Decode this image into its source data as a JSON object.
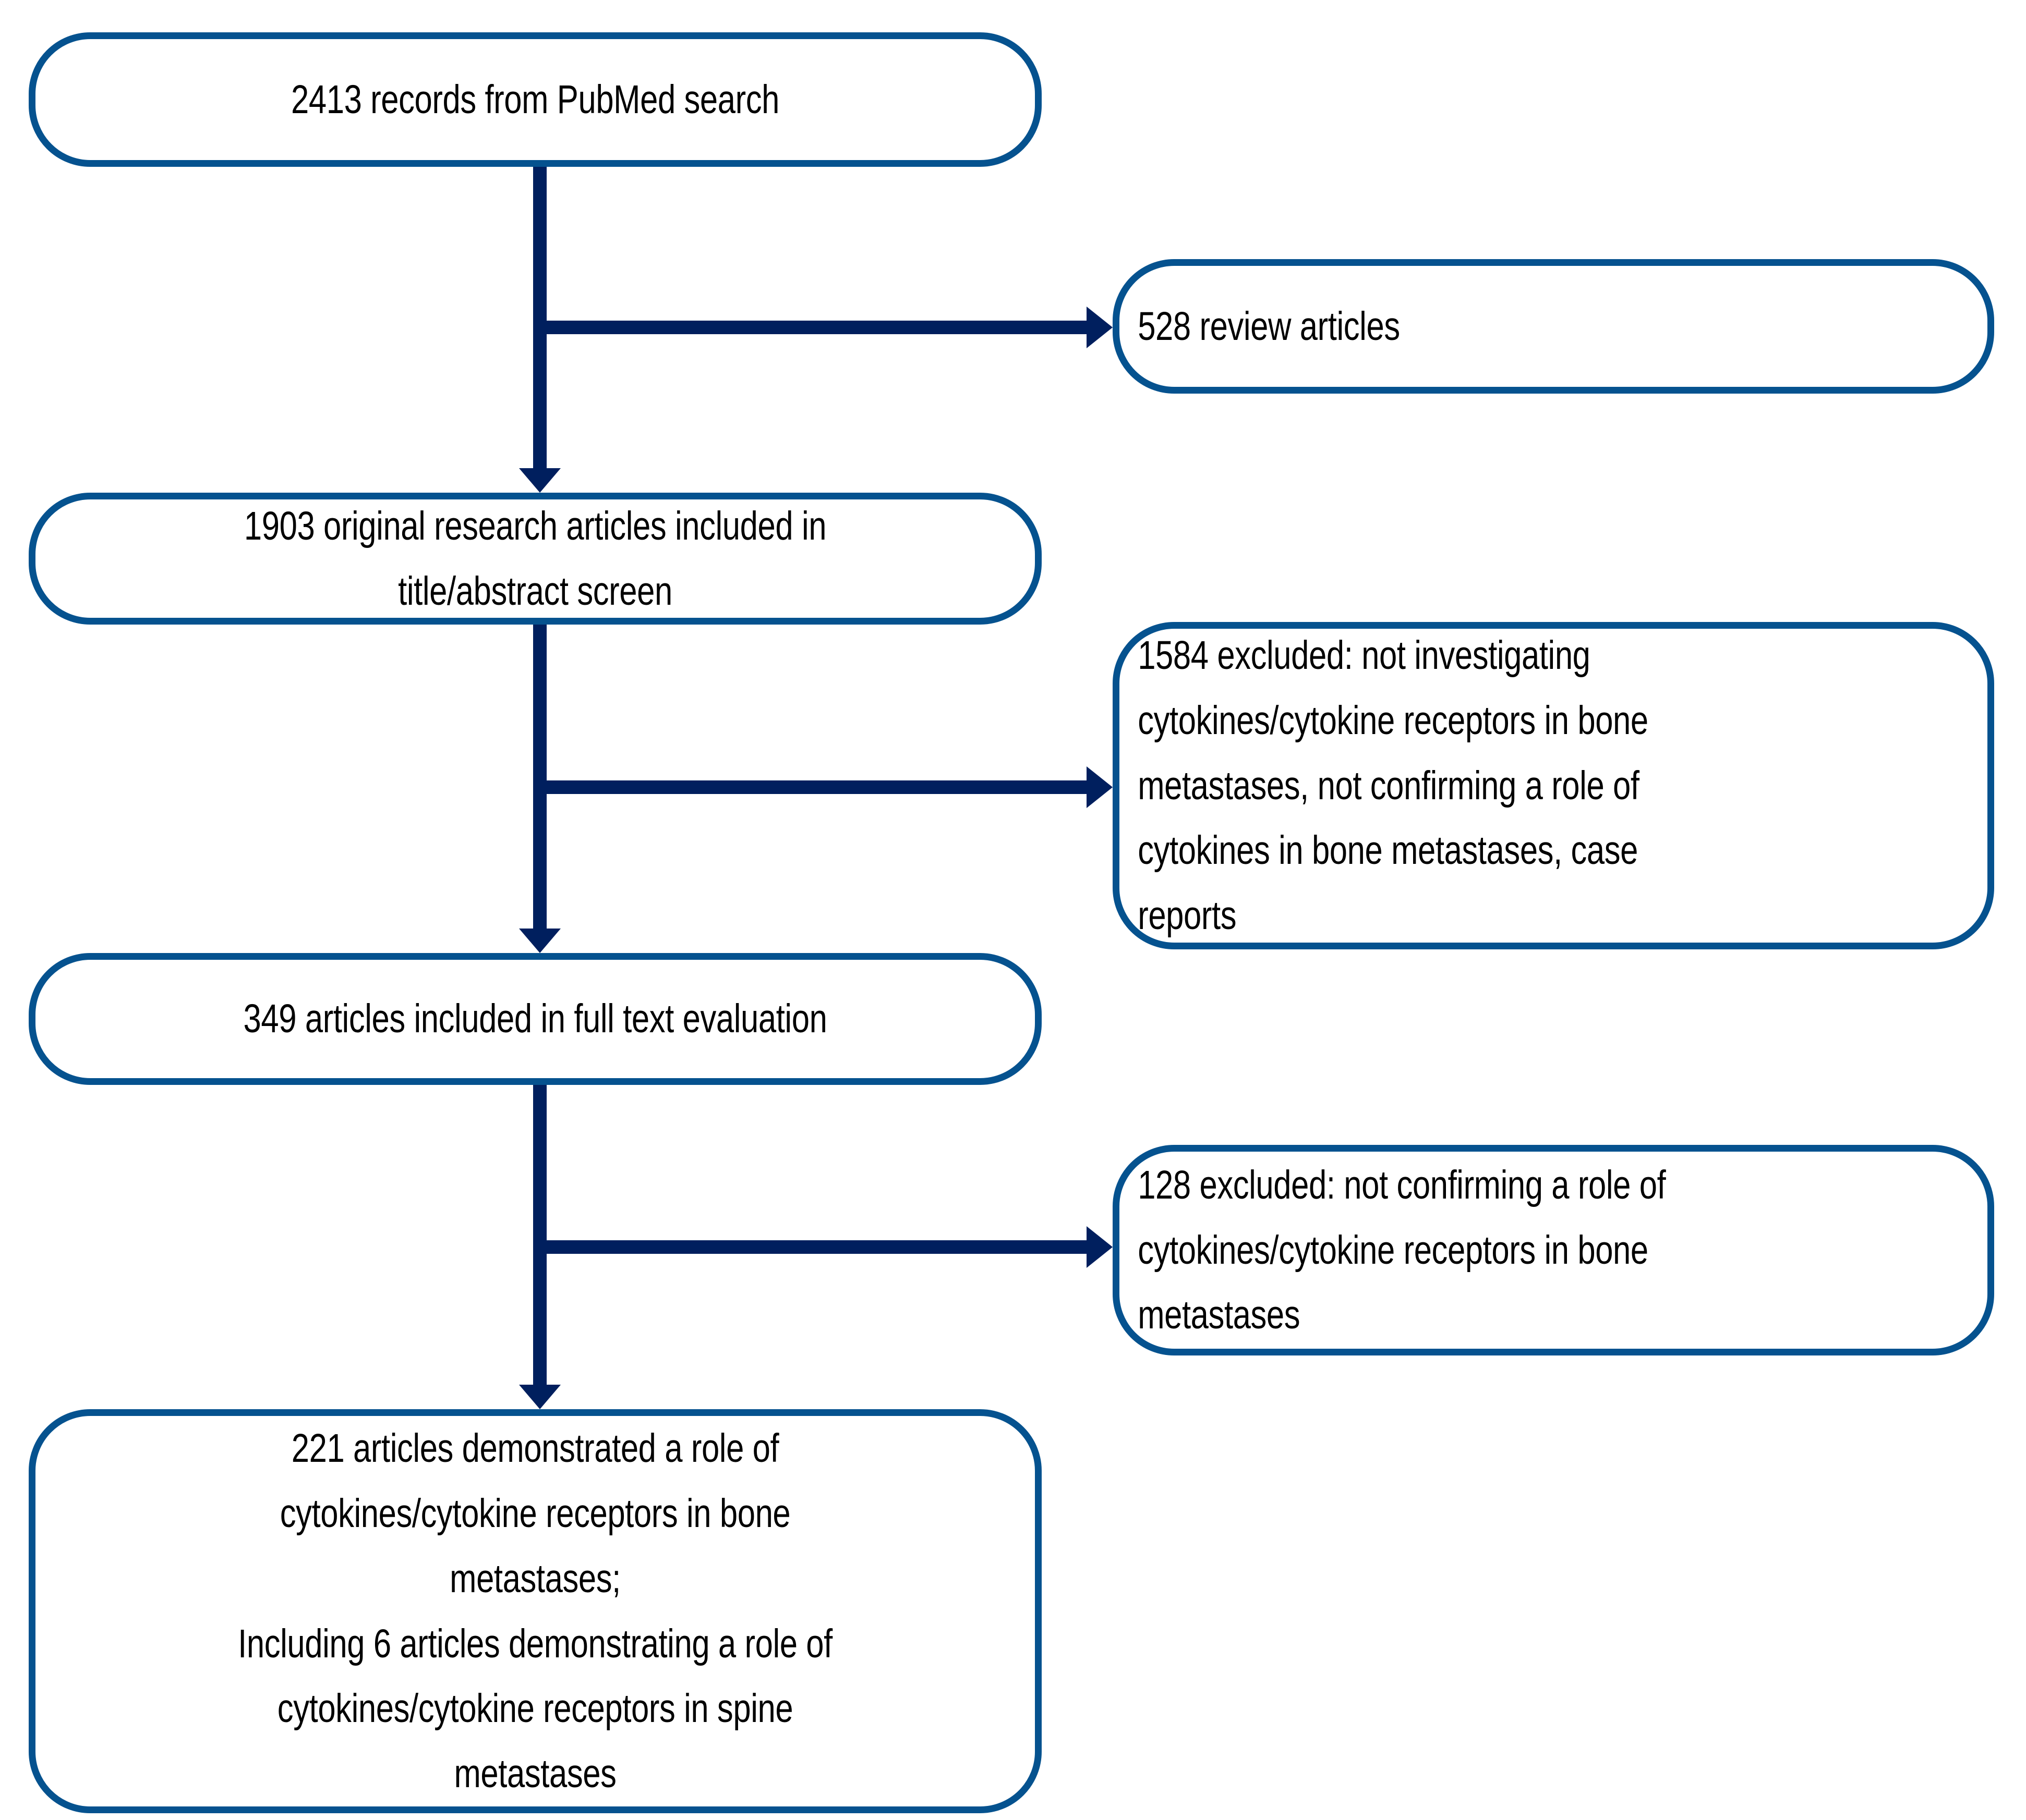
{
  "diagram": {
    "title": "Literature selection flowchart",
    "type": "prisma-flow",
    "colors": {
      "box_border": "#05528f",
      "connector": "#001f5e",
      "box_fill": "#ffffff",
      "text": "#000000",
      "page_background": "#ffffff"
    },
    "nodes": [
      {
        "id": "records",
        "role": "source",
        "align": "center",
        "count": 2413,
        "text": "2413 records from PubMed search"
      },
      {
        "id": "reviews",
        "role": "exclusion",
        "align": "left",
        "count": 528,
        "text": "528 review articles"
      },
      {
        "id": "original",
        "role": "screen",
        "align": "center",
        "count": 1903,
        "text": "1903 original research articles included in\ntitle/abstract screen"
      },
      {
        "id": "excluded1584",
        "role": "exclusion",
        "align": "left",
        "count": 1584,
        "text": "1584 excluded: not investigating\ncytokines/cytokine receptors in bone\nmetastases, not confirming a role of\ncytokines in bone metastases, case\nreports"
      },
      {
        "id": "fulltext",
        "role": "screen",
        "align": "center",
        "count": 349,
        "text": "349 articles included in full text evaluation"
      },
      {
        "id": "excluded128",
        "role": "exclusion",
        "align": "left",
        "count": 128,
        "text": "128 excluded: not confirming a role of\ncytokines/cytokine receptors in bone\nmetastases"
      },
      {
        "id": "demonstrated",
        "role": "result",
        "align": "center",
        "count": 221,
        "subcount": 6,
        "text": "221 articles demonstrated a role of\ncytokines/cytokine receptors in bone\nmetastases;\nIncluding 6 articles demonstrating a role of\ncytokines/cytokine receptors in spine\nmetastases"
      }
    ],
    "edges": [
      {
        "id": "records-to-original",
        "from": "records",
        "to": "original",
        "direction": "down",
        "arrowhead": true
      },
      {
        "id": "records-to-reviews",
        "from": "records",
        "to": "reviews",
        "direction": "right",
        "arrowhead": true
      },
      {
        "id": "original-to-fulltext",
        "from": "original",
        "to": "fulltext",
        "direction": "down",
        "arrowhead": true
      },
      {
        "id": "original-to-excluded1584",
        "from": "original",
        "to": "excluded1584",
        "direction": "right",
        "arrowhead": true
      },
      {
        "id": "fulltext-to-demonstrated",
        "from": "fulltext",
        "to": "demonstrated",
        "direction": "down",
        "arrowhead": true
      },
      {
        "id": "fulltext-to-excluded128",
        "from": "fulltext",
        "to": "excluded128",
        "direction": "right",
        "arrowhead": true
      }
    ]
  }
}
